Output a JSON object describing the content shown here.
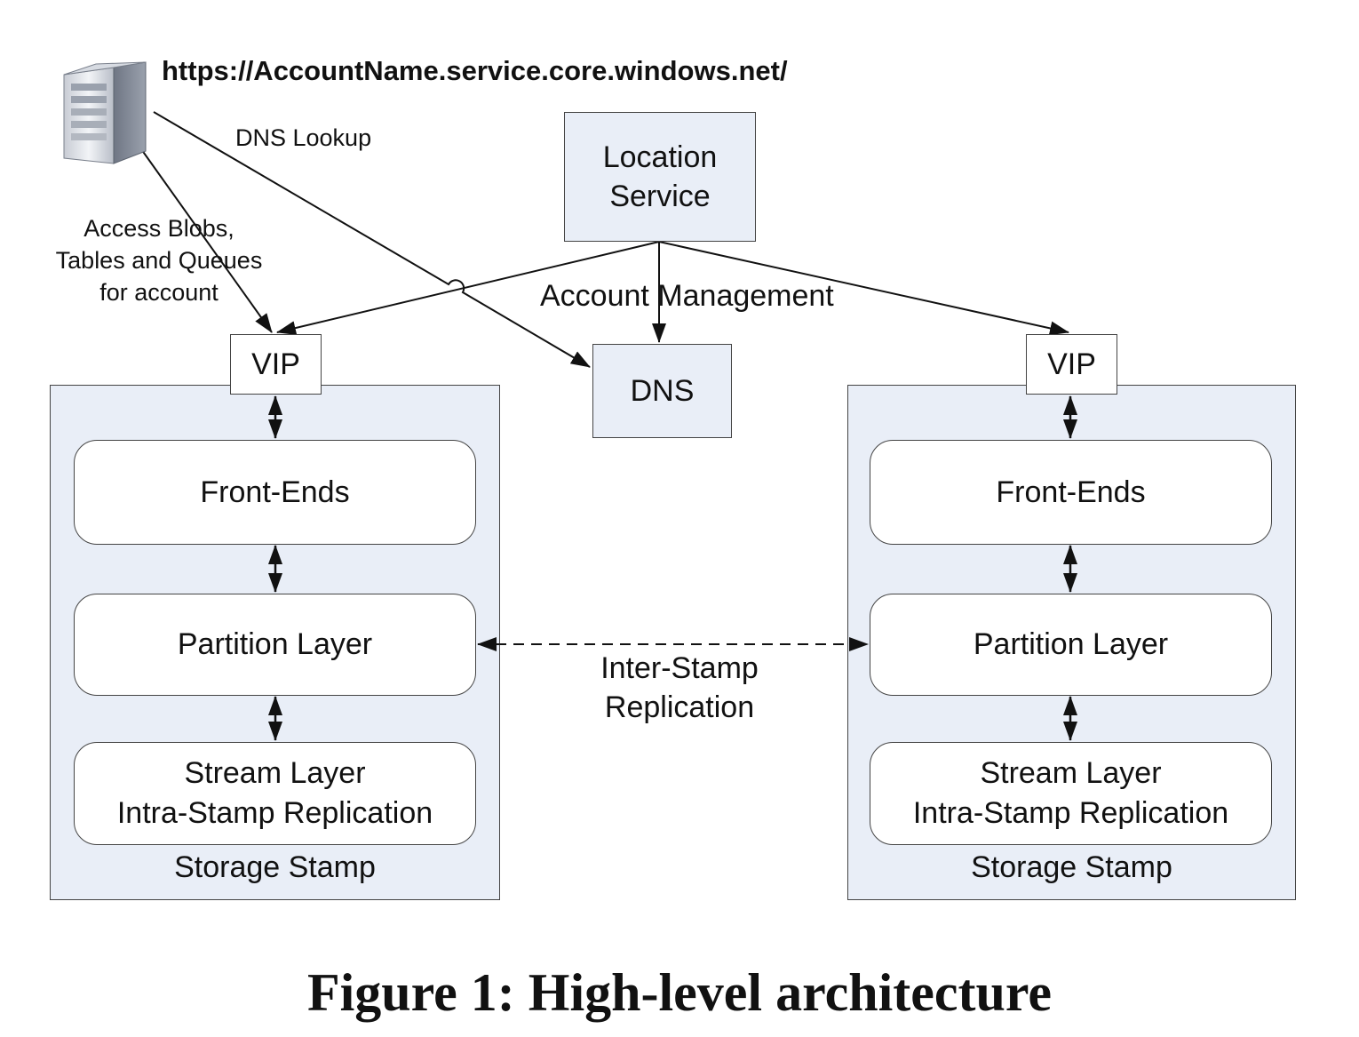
{
  "url": "https://AccountName.service.core.windows.net/",
  "labels": {
    "dns_lookup": "DNS Lookup",
    "access_line1": "Access Blobs,",
    "access_line2": "Tables and Queues",
    "access_line3": "for account",
    "account_management": "Account Management",
    "inter_stamp_line1": "Inter-Stamp",
    "inter_stamp_line2": "Replication"
  },
  "location_service": {
    "line1": "Location",
    "line2": "Service"
  },
  "dns": "DNS",
  "left_stamp": {
    "vip": "VIP",
    "front_ends": "Front-Ends",
    "partition_layer": "Partition Layer",
    "stream_line1": "Stream Layer",
    "stream_line2": "Intra-Stamp Replication",
    "stamp_label": "Storage Stamp"
  },
  "right_stamp": {
    "vip": "VIP",
    "front_ends": "Front-Ends",
    "partition_layer": "Partition Layer",
    "stream_line1": "Stream Layer",
    "stream_line2": "Intra-Stamp Replication",
    "stamp_label": "Storage Stamp"
  },
  "caption": "Figure 1: High-level architecture",
  "icons": {
    "client": "server-tower-icon"
  },
  "colors": {
    "box_fill": "#e9eef7",
    "stroke": "#444444",
    "arrow": "#111111"
  }
}
